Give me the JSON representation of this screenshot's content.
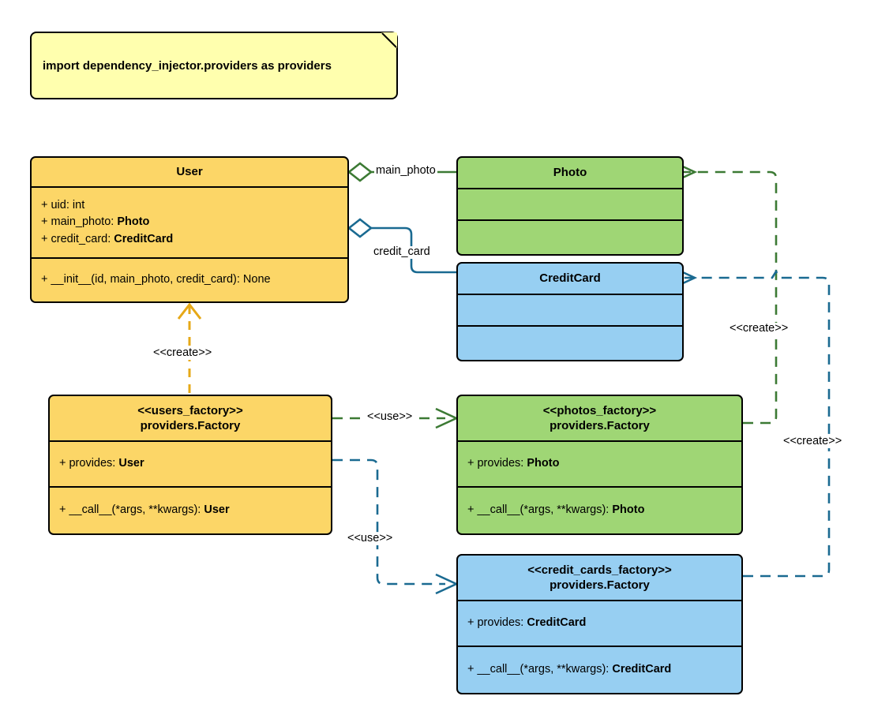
{
  "diagram": {
    "title": "Dependency Injector providers UML class diagram",
    "colors": {
      "amber": "#fcd667",
      "green": "#9fd675",
      "blue": "#97cff2",
      "note": "#ffffae",
      "outline": "#000000",
      "green_edge": "#3c7a34",
      "blue_edge": "#1a6a91",
      "amber_edge": "#e6a817"
    }
  },
  "note": {
    "text": "import dependency_injector.providers as providers"
  },
  "classes": {
    "user": {
      "title": "User",
      "attributes": [
        {
          "prefix": "+ uid: ",
          "type": "int",
          "bold_type": false
        },
        {
          "prefix": "+ main_photo: ",
          "type": "Photo",
          "bold_type": true
        },
        {
          "prefix": "+ credit_card: ",
          "type": "CreditCard",
          "bold_type": true
        }
      ],
      "methods": [
        {
          "prefix": "+ __init__(id, main_photo, credit_card): ",
          "type": "None",
          "bold_type": false
        }
      ]
    },
    "photo": {
      "title": "Photo",
      "attributes": [],
      "methods": []
    },
    "credit_card": {
      "title": "CreditCard",
      "attributes": [],
      "methods": []
    },
    "users_factory": {
      "stereotype": "<<users_factory>>",
      "title": "providers.Factory",
      "attributes": [
        {
          "prefix": "+ provides: ",
          "type": "User",
          "bold_type": true
        }
      ],
      "methods": [
        {
          "prefix": "+ __call__(*args, **kwargs): ",
          "type": "User",
          "bold_type": true
        }
      ]
    },
    "photos_factory": {
      "stereotype": "<<photos_factory>>",
      "title": "providers.Factory",
      "attributes": [
        {
          "prefix": "+ provides: ",
          "type": "Photo",
          "bold_type": true
        }
      ],
      "methods": [
        {
          "prefix": "+ __call__(*args, **kwargs): ",
          "type": "Photo",
          "bold_type": true
        }
      ]
    },
    "credit_cards_factory": {
      "stereotype": "<<credit_cards_factory>>",
      "title": "providers.Factory",
      "attributes": [
        {
          "prefix": "+ provides: ",
          "type": "CreditCard",
          "bold_type": true
        }
      ],
      "methods": [
        {
          "prefix": "+ __call__(*args, **kwargs): ",
          "type": "CreditCard",
          "bold_type": true
        }
      ]
    }
  },
  "edges": {
    "main_photo_label": "main_photo",
    "credit_card_label": "credit_card",
    "create_user_label": "<<create>>",
    "use_photos_label": "<<use>>",
    "use_credit_cards_label": "<<use>>",
    "create_photo_label": "<<create>>",
    "create_credit_card_label": "<<create>>"
  }
}
